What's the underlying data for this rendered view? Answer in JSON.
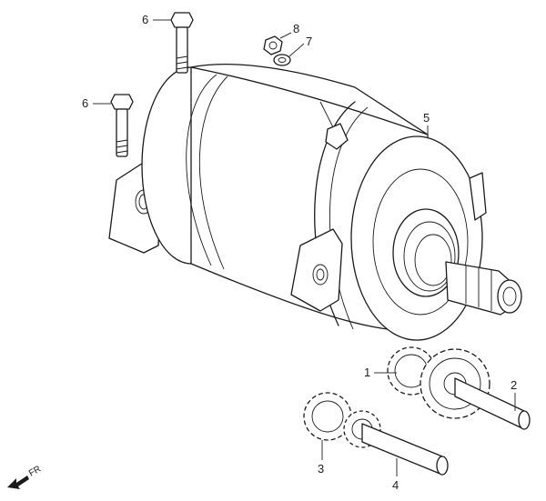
{
  "diagram": {
    "callouts": [
      {
        "id": "c1",
        "text": "1"
      },
      {
        "id": "c2",
        "text": "2"
      },
      {
        "id": "c3",
        "text": "3"
      },
      {
        "id": "c4",
        "text": "4"
      },
      {
        "id": "c5",
        "text": "5"
      },
      {
        "id": "c6a",
        "text": "6"
      },
      {
        "id": "c6b",
        "text": "6"
      },
      {
        "id": "c7",
        "text": "7"
      },
      {
        "id": "c8",
        "text": "8"
      }
    ],
    "direction_label": "FR",
    "icons": [
      "front-arrow-icon"
    ]
  }
}
